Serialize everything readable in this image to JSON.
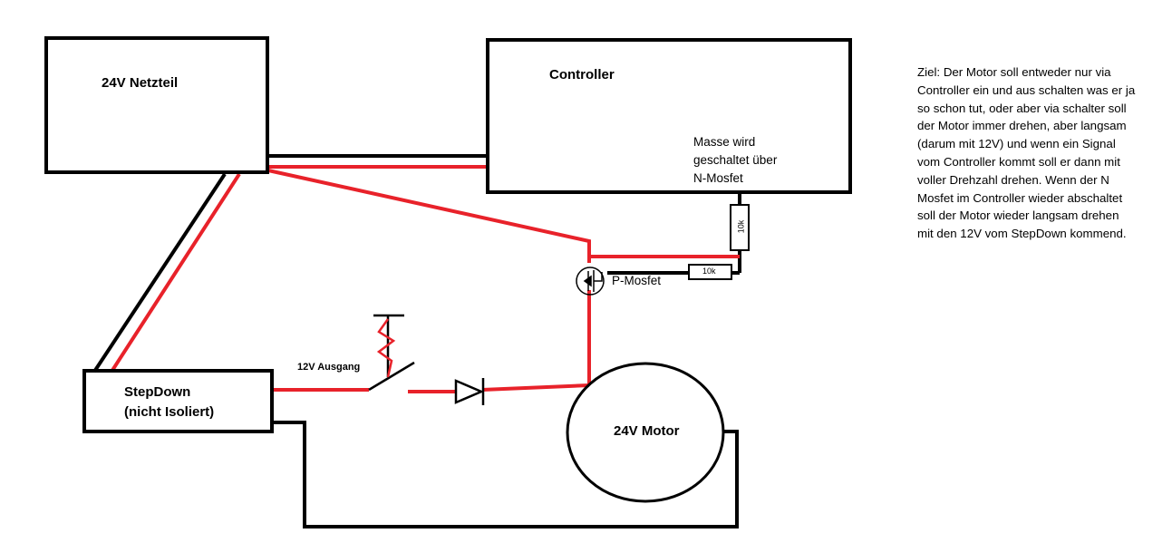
{
  "blocks": {
    "netzteil": "24V Netzteil",
    "controller": "Controller",
    "controller_note": [
      "Masse wird",
      "geschaltet über",
      "N-Mosfet"
    ],
    "stepdown": [
      "StepDown",
      "(nicht Isoliert)"
    ],
    "motor": "24V Motor"
  },
  "components": {
    "resistor_vertical": "10k",
    "resistor_horizontal": "10k",
    "mosfet": "P-Mosfet",
    "output": "12V Ausgang"
  },
  "note": [
    "Ziel: Der Motor soll entweder nur via",
    "Controller ein und aus schalten was er ja",
    "so schon tut, oder aber via schalter soll",
    "der Motor immer drehen, aber langsam",
    "(darum mit 12V) und wenn ein Signal",
    "vom Controller kommt soll er dann mit",
    "voller Drehzahl drehen. Wenn der N",
    "Mosfet im Controller wieder abschaltet",
    "soll der Motor wieder langsam drehen",
    "mit den 12V vom StepDown kommend."
  ],
  "colors": {
    "wire_positive": "#e8222a",
    "wire_ground": "#000000"
  }
}
